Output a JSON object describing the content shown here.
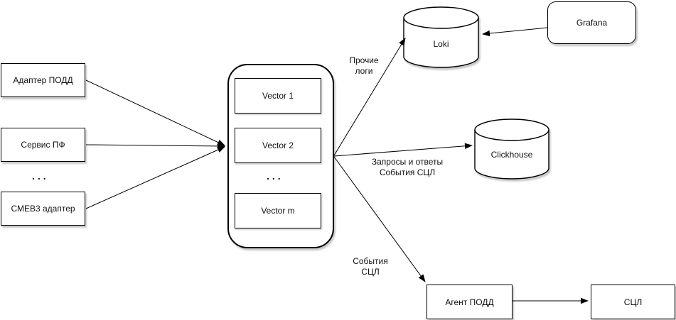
{
  "colors": {
    "stroke": "#000000",
    "fill": "#ffffff",
    "text": "#111111"
  },
  "nodes": {
    "sources": [
      {
        "label": "Адаптер ПОДД"
      },
      {
        "label": "Сервис ПФ"
      },
      {
        "label": "СМЕВ3 адаптер"
      }
    ],
    "sources_ellipsis": "...",
    "pipeline": {
      "items": [
        {
          "label": "Vector 1"
        },
        {
          "label": "Vector 2"
        },
        {
          "label": "Vector m"
        }
      ],
      "ellipsis": "..."
    },
    "loki": {
      "label": "Loki"
    },
    "clickhouse": {
      "label": "Clickhouse"
    },
    "grafana": {
      "label": "Grafana"
    },
    "agent_podd": {
      "label": "Агент ПОДД"
    },
    "scl": {
      "label": "СЦЛ"
    }
  },
  "edge_labels": {
    "to_loki": {
      "line1": "Прочие",
      "line2": "логи"
    },
    "to_clickhouse": {
      "line1": "Запросы и ответы",
      "line2": "События СЦЛ"
    },
    "to_agent": {
      "line1": "События",
      "line2": "СЦЛ"
    }
  }
}
